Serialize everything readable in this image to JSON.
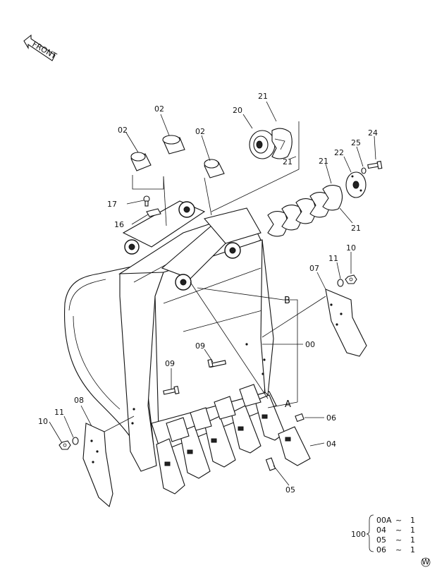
{
  "front_arrow": {
    "text": "FRONT"
  },
  "callouts": {
    "c02a": "02",
    "c02b": "02",
    "c02c": "02",
    "c20": "20",
    "c21a": "21",
    "c21b": "21",
    "c21c": "21",
    "c21d": "21",
    "c22": "22",
    "c25": "25",
    "c24": "24",
    "c17": "17",
    "c16": "16",
    "c11a": "11",
    "c10a": "10",
    "c07": "07",
    "cB": "B",
    "c00": "00",
    "c09a": "09",
    "c09b": "09",
    "cA": "A",
    "c08": "08",
    "c11b": "11",
    "c10b": "10",
    "c06": "06",
    "c04": "04",
    "c05": "05"
  },
  "kit_table": {
    "group": "100",
    "rows": [
      {
        "part": "00A",
        "sep": "~",
        "qty": "1"
      },
      {
        "part": "04",
        "sep": "~",
        "qty": "1"
      },
      {
        "part": "05",
        "sep": "~",
        "qty": "1"
      },
      {
        "part": "06",
        "sep": "~",
        "qty": "1"
      }
    ]
  },
  "mark": "W"
}
